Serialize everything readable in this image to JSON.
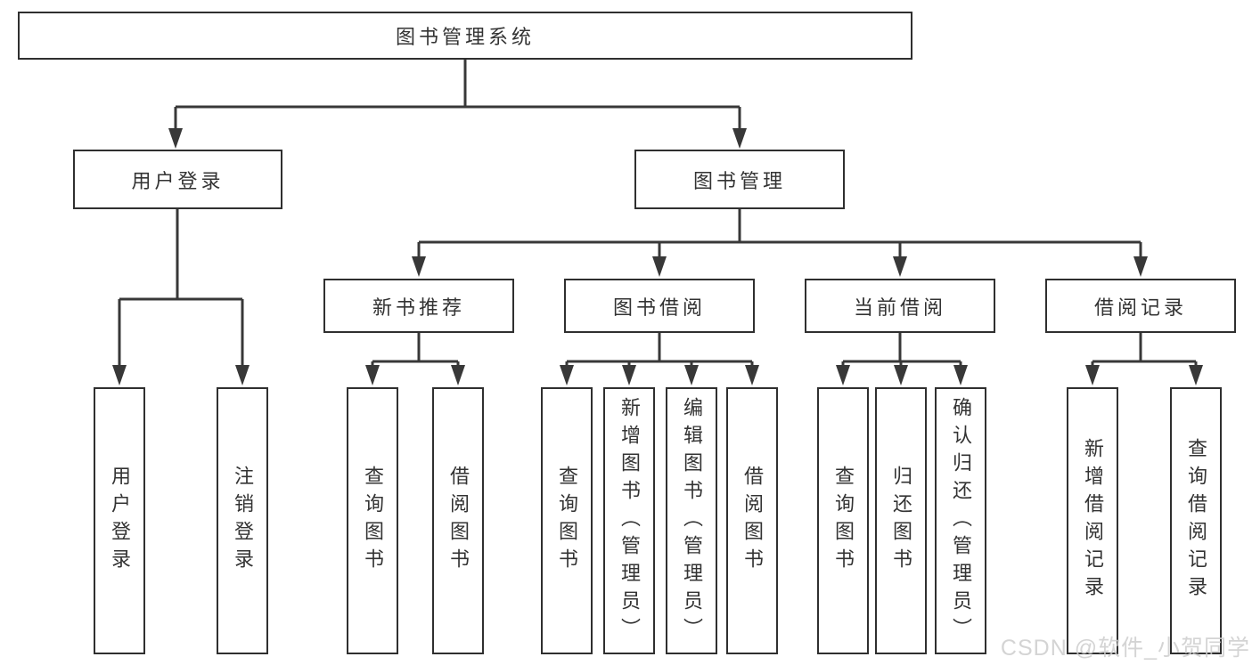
{
  "diagram": {
    "root": {
      "label": "图书管理系统"
    },
    "branches": [
      {
        "label": "用户登录",
        "children": [
          {
            "label": "用户登录"
          },
          {
            "label": "注销登录"
          }
        ]
      },
      {
        "label": "图书管理",
        "children": [
          {
            "label": "新书推荐",
            "children": [
              {
                "label": "查询图书"
              },
              {
                "label": "借阅图书"
              }
            ]
          },
          {
            "label": "图书借阅",
            "children": [
              {
                "label": "查询图书"
              },
              {
                "label": "新增图书（管理员）"
              },
              {
                "label": "编辑图书（管理员）"
              },
              {
                "label": "借阅图书"
              }
            ]
          },
          {
            "label": "当前借阅",
            "children": [
              {
                "label": "查询图书"
              },
              {
                "label": "归还图书"
              },
              {
                "label": "确认归还（管理员）"
              }
            ]
          },
          {
            "label": "借阅记录",
            "children": [
              {
                "label": "新增借阅记录"
              },
              {
                "label": "查询借阅记录"
              }
            ]
          }
        ]
      }
    ]
  },
  "watermark": {
    "text": "CSDN @软件_小贺同学"
  },
  "colors": {
    "line": "#383838",
    "box_border": "#2f2f2f",
    "text": "#333333",
    "background": "#ffffff",
    "watermark": "#cccccc"
  }
}
